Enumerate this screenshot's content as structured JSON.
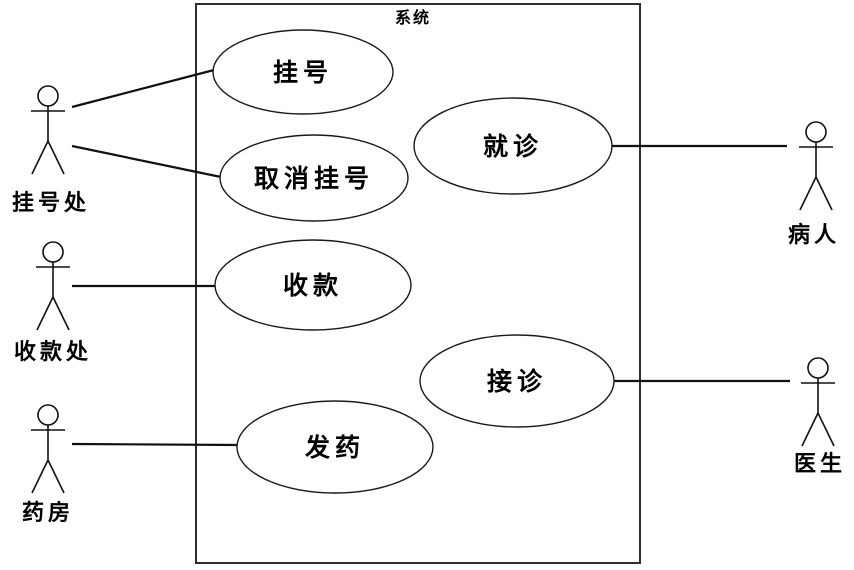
{
  "diagram": {
    "type": "uml-use-case-diagram",
    "system": {
      "label": "系统"
    },
    "use_cases": {
      "register": "挂号",
      "cancel_register": "取消挂号",
      "collect_payment": "收款",
      "dispense_medicine": "发药",
      "visit_doctor": "就诊",
      "receive_patient": "接诊"
    },
    "actors": {
      "registration_desk": "挂号处",
      "payment_desk": "收款处",
      "pharmacy": "药房",
      "patient": "病人",
      "doctor": "医生"
    },
    "associations": [
      {
        "actor": "挂号处",
        "use_case": "挂号"
      },
      {
        "actor": "挂号处",
        "use_case": "取消挂号"
      },
      {
        "actor": "收款处",
        "use_case": "收款"
      },
      {
        "actor": "药房",
        "use_case": "发药"
      },
      {
        "actor": "病人",
        "use_case": "就诊"
      },
      {
        "actor": "医生",
        "use_case": "接诊"
      }
    ],
    "colors": {
      "background": "#ffffff",
      "stroke": "#111111"
    }
  }
}
